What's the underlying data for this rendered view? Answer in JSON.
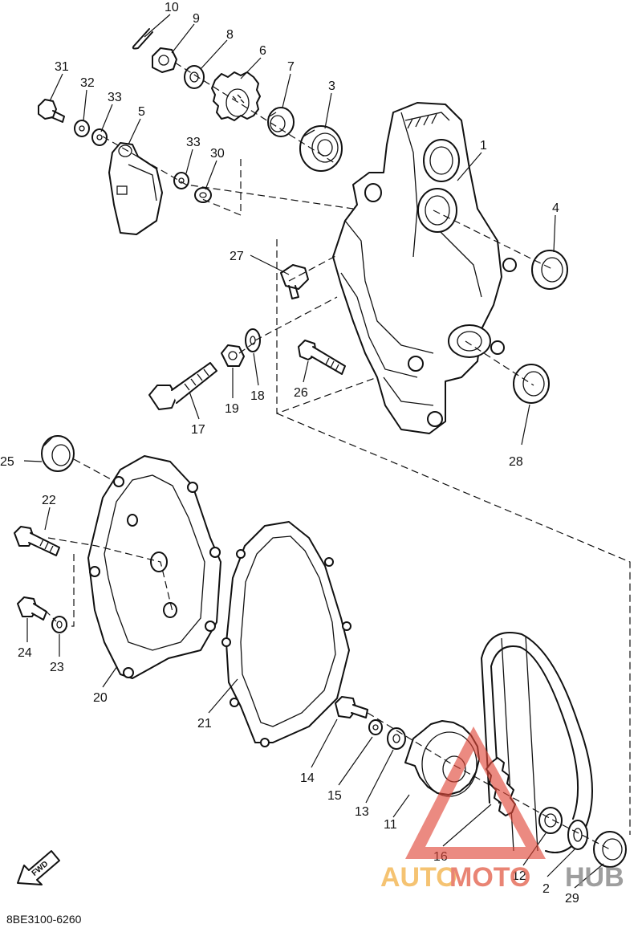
{
  "callouts": [
    "10",
    "9",
    "8",
    "6",
    "7",
    "3",
    "1",
    "31",
    "32",
    "33",
    "5",
    "33",
    "30",
    "4",
    "27",
    "17",
    "19",
    "18",
    "26",
    "28",
    "25",
    "22",
    "24",
    "23",
    "20",
    "21",
    "14",
    "15",
    "13",
    "11",
    "16",
    "12",
    "2",
    "29"
  ],
  "fwd_label": "FWD",
  "diagram_code": "8BE3100-6260",
  "watermark": {
    "auto": "AUTO",
    "moto": "MOTO",
    "hub": "HUB",
    "auto_color": "#f4b95a",
    "moto_color": "#e66f5c",
    "hub_color": "#8e8e8e",
    "triangle_color": "#e0483a"
  }
}
